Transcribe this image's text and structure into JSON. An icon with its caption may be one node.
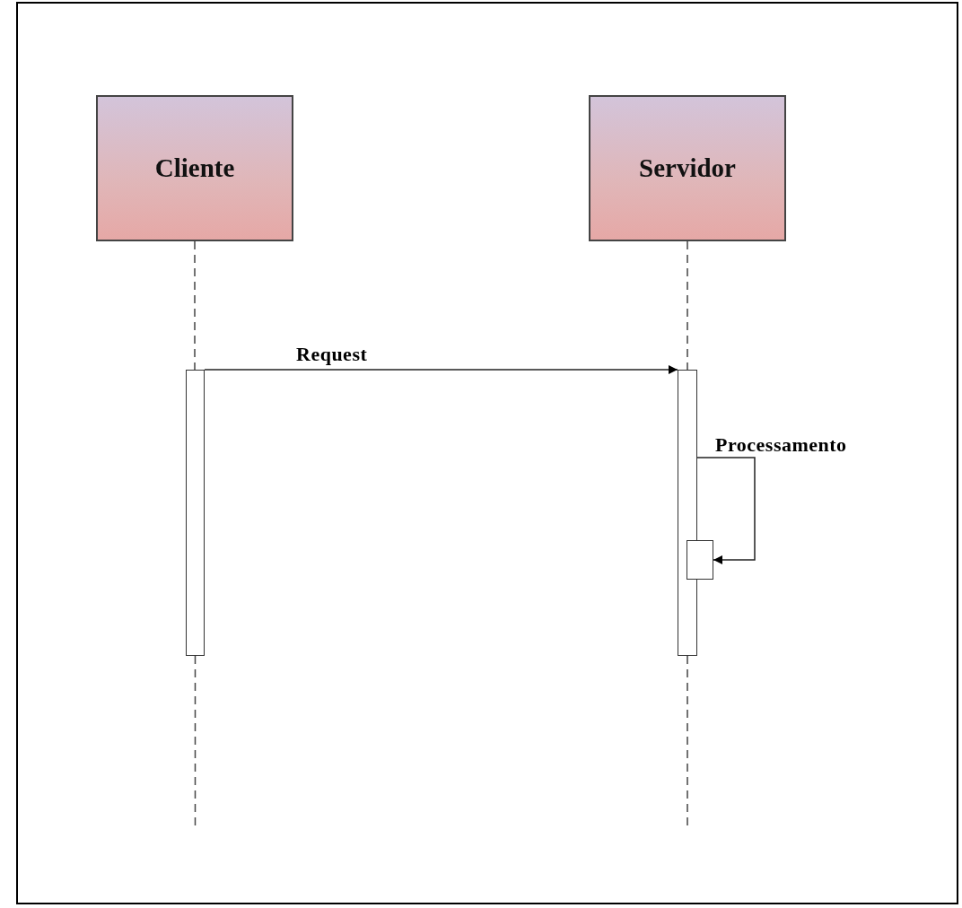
{
  "diagram": {
    "nodes": [
      {
        "text": [
          "Cliente"
        ]
      },
      {
        "text": [
          "Servidor"
        ]
      },
      {
        "text": [],
        "shape": "bar"
      },
      {
        "text": [],
        "shape": "bar"
      },
      {
        "text": [],
        "shape": "box"
      }
    ],
    "edges": [
      {
        "from": 0,
        "to": 2,
        "arrow": "none",
        "style": "dashed"
      },
      {
        "from": 1,
        "to": 3,
        "arrow": "none",
        "style": "dashed"
      },
      {
        "from": 2,
        "to": null,
        "arrow": "none",
        "style": "dashed"
      },
      {
        "from": 3,
        "to": null,
        "arrow": "none",
        "style": "dashed"
      },
      {
        "from": 2,
        "to": 3,
        "arrow": "to",
        "label": "Request"
      },
      {
        "from": 3,
        "to": 4,
        "arrow": "to",
        "label": "Processamento"
      }
    ]
  }
}
